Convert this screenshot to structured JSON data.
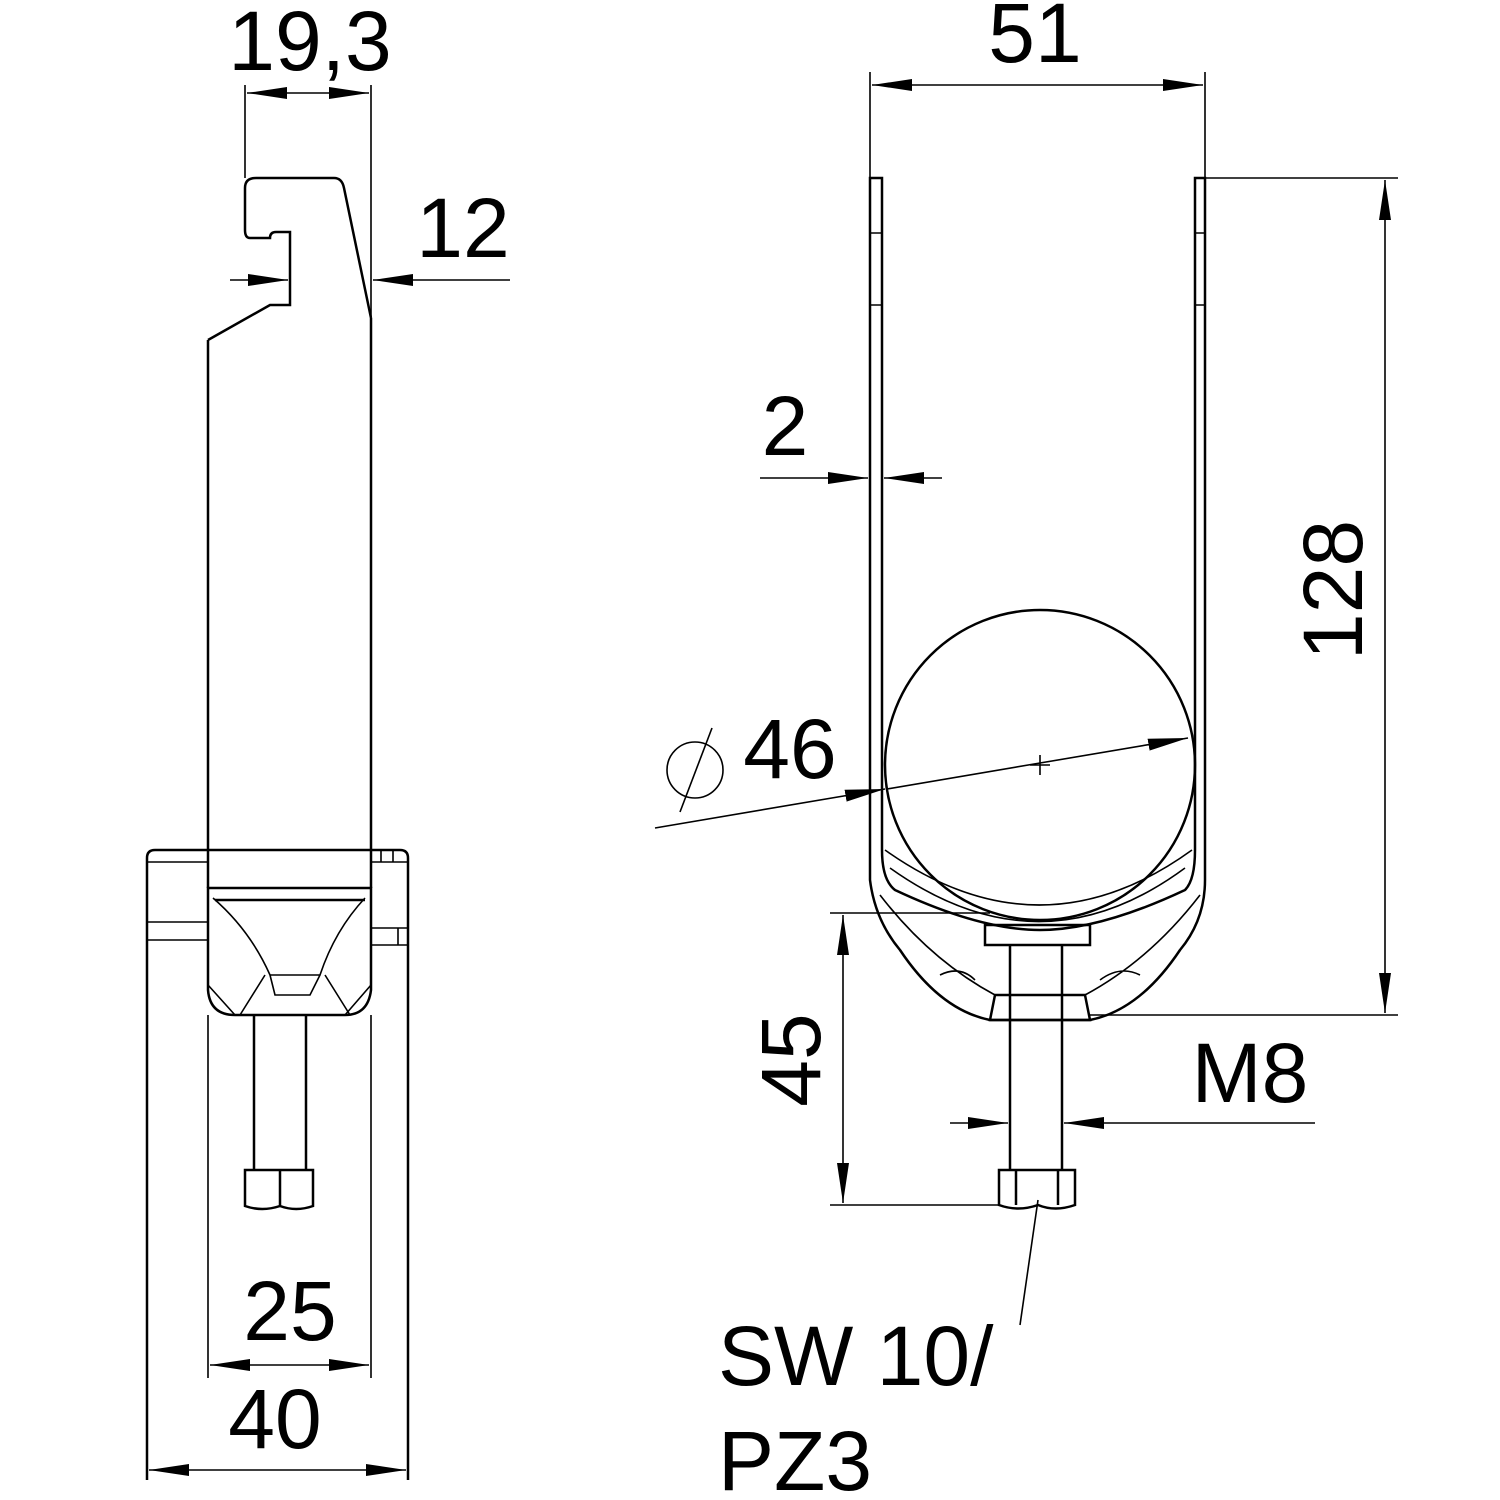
{
  "dimensions": {
    "hook_width": "19,3",
    "hook_depth": "12",
    "inner_width": "25",
    "base_width": "40",
    "clamp_width": "51",
    "wall_thickness": "2",
    "diameter": "46",
    "height": "128",
    "bolt_length": "45",
    "thread": "M8",
    "drive_line1": "SW 10/",
    "drive_line2": "PZ3"
  },
  "colors": {
    "line": "#000000",
    "background": "#ffffff"
  }
}
